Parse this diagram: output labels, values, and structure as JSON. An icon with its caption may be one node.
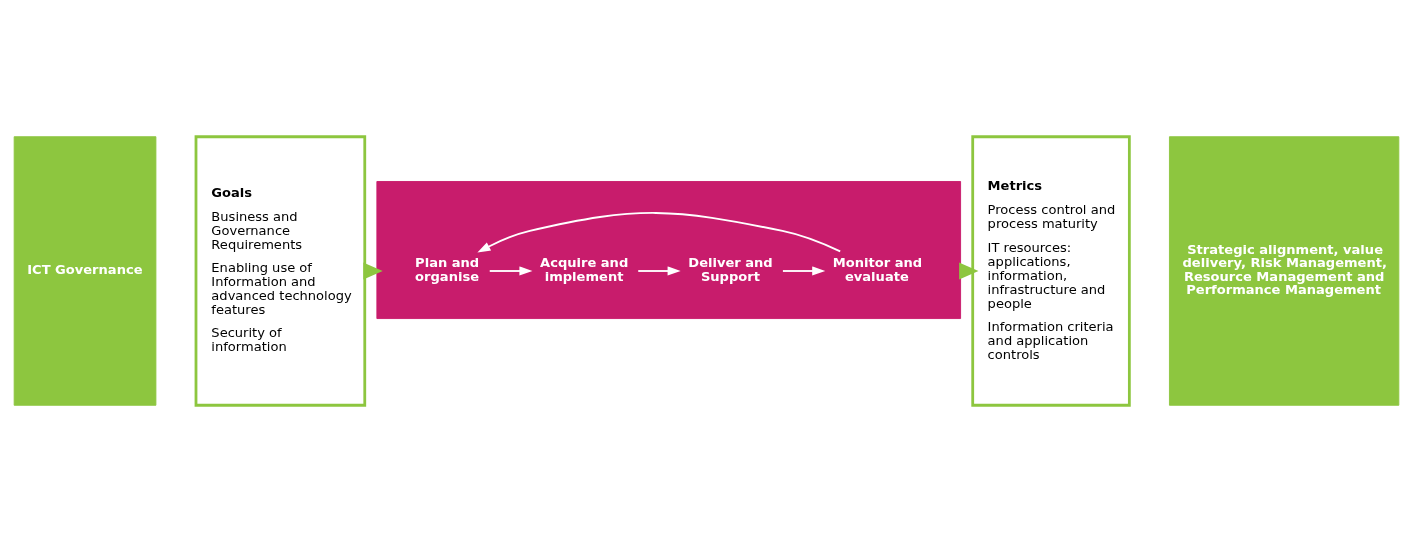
{
  "diagram": {
    "nodes": [
      {
        "text": [
          "ICT Governance"
        ]
      },
      {
        "text": [
          "Goals",
          "Business and Governance Requirements",
          "Enabling use of Information and advanced technology features",
          "Security of information"
        ]
      },
      {
        "text": [],
        "shape": "box"
      },
      {
        "text": [
          "Plan and organise"
        ],
        "in": 2
      },
      {
        "text": [
          "Acquire and implement"
        ],
        "in": 2
      },
      {
        "text": [
          "Deliver and Support"
        ],
        "in": 2
      },
      {
        "text": [
          "Monitor and evaluate"
        ],
        "in": 2
      },
      {
        "text": [
          "Metrics",
          "Process control and process maturity",
          "IT resources: applications, information, infrastructure and people",
          "Information criteria and application controls"
        ]
      },
      {
        "text": [
          "Strategic alignment, value delivery, Risk Management, Resource Management and Performance Management"
        ]
      }
    ],
    "edges": [
      {
        "from": 1,
        "to": 2,
        "arrow": "to",
        "color": "#8dc63f",
        "style": "thick"
      },
      {
        "from": 3,
        "to": 4,
        "arrow": "to"
      },
      {
        "from": 4,
        "to": 5,
        "arrow": "to"
      },
      {
        "from": 5,
        "to": 6,
        "arrow": "to"
      },
      {
        "from": 6,
        "to": 3,
        "arrow": "to"
      },
      {
        "from": 2,
        "to": 7,
        "arrow": "to",
        "color": "#8dc63f",
        "style": "thick"
      }
    ]
  }
}
